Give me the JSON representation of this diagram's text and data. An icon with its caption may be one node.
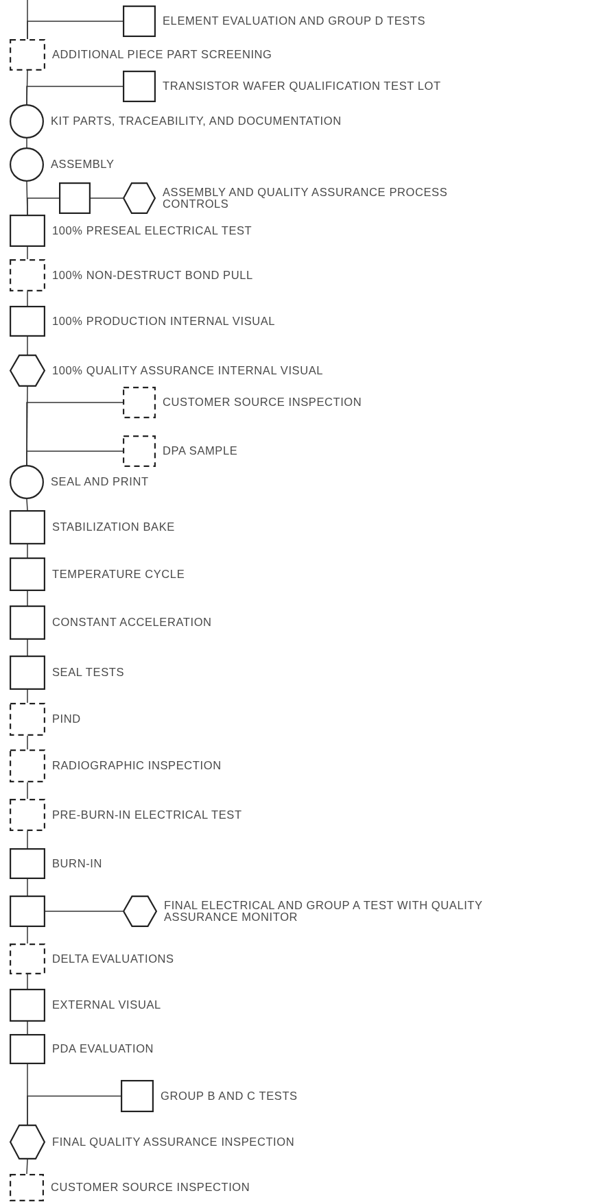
{
  "diagram": {
    "nodes": [
      {
        "text": [],
        "shape": "box",
        "beside": [
          "ELEMENT EVALUATION AND GROUP D TESTS"
        ]
      },
      {
        "text": [],
        "shape": "dashed-box",
        "beside": [
          "ADDITIONAL PIECE PART SCREENING"
        ]
      },
      {
        "text": [],
        "shape": "box",
        "beside": [
          "TRANSISTOR WAFER QUALIFICATION TEST LOT"
        ]
      },
      {
        "text": [],
        "shape": "circle",
        "beside": [
          "KIT PARTS, TRACEABILITY, AND DOCUMENTATION"
        ]
      },
      {
        "text": [],
        "shape": "circle",
        "beside": [
          "ASSEMBLY"
        ]
      },
      {
        "text": [],
        "shape": "box"
      },
      {
        "text": [],
        "shape": "hexagon",
        "beside": [
          "ASSEMBLY AND QUALITY ASSURANCE PROCESS CONTROLS"
        ]
      },
      {
        "text": [],
        "shape": "box",
        "beside": [
          "100% PRESEAL ELECTRICAL TEST"
        ]
      },
      {
        "text": [],
        "shape": "dashed-box",
        "beside": [
          "100% NON-DESTRUCT BOND PULL"
        ]
      },
      {
        "text": [],
        "shape": "box",
        "beside": [
          "100% PRODUCTION INTERNAL VISUAL"
        ]
      },
      {
        "text": [],
        "shape": "hexagon",
        "beside": [
          "100% QUALITY ASSURANCE INTERNAL VISUAL"
        ]
      },
      {
        "text": [],
        "shape": "dashed-box",
        "beside": [
          "CUSTOMER SOURCE INSPECTION"
        ]
      },
      {
        "text": [],
        "shape": "dashed-box",
        "beside": [
          "DPA SAMPLE"
        ]
      },
      {
        "text": [],
        "shape": "circle",
        "beside": [
          "SEAL AND PRINT"
        ]
      },
      {
        "text": [],
        "shape": "box",
        "beside": [
          "STABILIZATION BAKE"
        ]
      },
      {
        "text": [],
        "shape": "box",
        "beside": [
          "TEMPERATURE CYCLE"
        ]
      },
      {
        "text": [],
        "shape": "box",
        "beside": [
          "CONSTANT ACCELERATION"
        ]
      },
      {
        "text": [],
        "shape": "box",
        "beside": [
          "SEAL TESTS"
        ]
      },
      {
        "text": [],
        "shape": "dashed-box",
        "beside": [
          "PIND"
        ]
      },
      {
        "text": [],
        "shape": "dashed-box",
        "beside": [
          "RADIOGRAPHIC INSPECTION"
        ]
      },
      {
        "text": [],
        "shape": "dashed-box",
        "beside": [
          "PRE-BURN-IN ELECTRICAL TEST"
        ]
      },
      {
        "text": [],
        "shape": "box",
        "beside": [
          "BURN-IN"
        ]
      },
      {
        "text": [],
        "shape": "box"
      },
      {
        "text": [],
        "shape": "hexagon",
        "beside": [
          "FINAL ELECTRICAL AND GROUP A TEST WITH QUALITY ASSURANCE MONITOR"
        ]
      },
      {
        "text": [],
        "shape": "dashed-box",
        "beside": [
          "DELTA EVALUATIONS"
        ]
      },
      {
        "text": [],
        "shape": "box",
        "beside": [
          "EXTERNAL VISUAL"
        ]
      },
      {
        "text": [],
        "shape": "box",
        "beside": [
          "PDA EVALUATION"
        ]
      },
      {
        "text": [],
        "shape": "box",
        "beside": [
          "GROUP B AND C TESTS"
        ]
      },
      {
        "text": [],
        "shape": "hexagon",
        "beside": [
          "FINAL QUALITY ASSURANCE INSPECTION"
        ]
      },
      {
        "text": [],
        "shape": "dashed-box",
        "beside": [
          "CUSTOMER SOURCE INSPECTION"
        ]
      }
    ],
    "edges": [
      {
        "from": null,
        "to": 1,
        "arrow": "none"
      },
      {
        "from": 0,
        "to": 1,
        "arrow": "none"
      },
      {
        "from": 1,
        "to": 3,
        "arrow": "none"
      },
      {
        "from": 2,
        "to": 3,
        "arrow": "none"
      },
      {
        "from": 3,
        "to": 4,
        "arrow": "none"
      },
      {
        "from": 4,
        "to": 7,
        "arrow": "none"
      },
      {
        "from": 5,
        "to": 7,
        "arrow": "none"
      },
      {
        "from": 5,
        "to": 6,
        "arrow": "none"
      },
      {
        "from": 7,
        "to": 8,
        "arrow": "none"
      },
      {
        "from": 8,
        "to": 9,
        "arrow": "none"
      },
      {
        "from": 9,
        "to": 10,
        "arrow": "none"
      },
      {
        "from": 10,
        "to": 13,
        "arrow": "none"
      },
      {
        "from": 11,
        "to": 13,
        "arrow": "none"
      },
      {
        "from": 12,
        "to": 13,
        "arrow": "none"
      },
      {
        "from": 13,
        "to": 14,
        "arrow": "none"
      },
      {
        "from": 14,
        "to": 15,
        "arrow": "none"
      },
      {
        "from": 15,
        "to": 16,
        "arrow": "none"
      },
      {
        "from": 16,
        "to": 17,
        "arrow": "none"
      },
      {
        "from": 17,
        "to": 18,
        "arrow": "none"
      },
      {
        "from": 18,
        "to": 19,
        "arrow": "none"
      },
      {
        "from": 19,
        "to": 20,
        "arrow": "none"
      },
      {
        "from": 20,
        "to": 21,
        "arrow": "none"
      },
      {
        "from": 21,
        "to": 22,
        "arrow": "none"
      },
      {
        "from": 22,
        "to": 23,
        "arrow": "none"
      },
      {
        "from": 22,
        "to": 24,
        "arrow": "none"
      },
      {
        "from": 24,
        "to": 25,
        "arrow": "none"
      },
      {
        "from": 25,
        "to": 26,
        "arrow": "none"
      },
      {
        "from": 26,
        "to": 28,
        "arrow": "none"
      },
      {
        "from": 27,
        "to": 28,
        "arrow": "none"
      },
      {
        "from": 28,
        "to": 29,
        "arrow": "none"
      }
    ]
  }
}
